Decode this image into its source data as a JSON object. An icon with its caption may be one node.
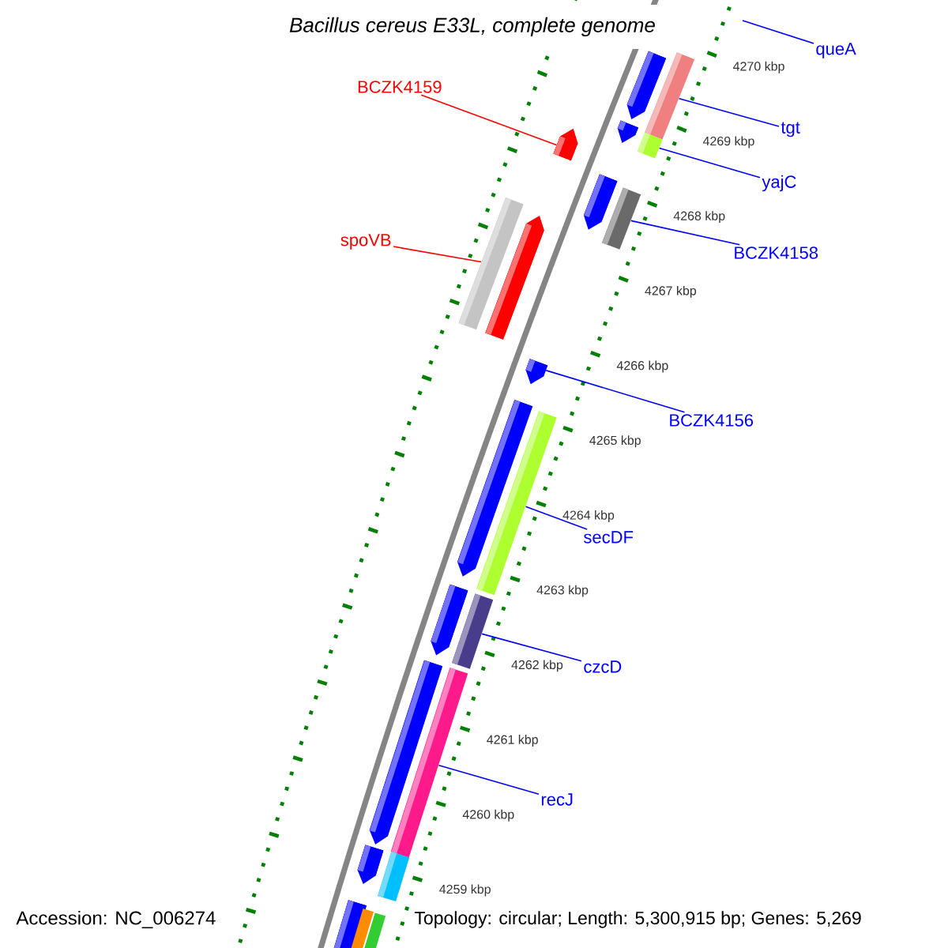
{
  "diagram": {
    "title": "Bacillus cereus E33L, complete genome",
    "nodes": [
      {
        "text": [
          "queA"
        ]
      },
      {
        "text": [
          "BCZK4159"
        ]
      },
      {
        "text": [
          "tgt"
        ]
      },
      {
        "text": [
          "yajC"
        ]
      },
      {
        "text": [
          "spoVB"
        ]
      },
      {
        "text": [
          "BCZK4158"
        ]
      },
      {
        "text": [
          "BCZK4156"
        ]
      },
      {
        "text": [
          "secDF"
        ]
      },
      {
        "text": [
          "czcD"
        ]
      },
      {
        "text": [
          "recJ"
        ]
      },
      {
        "text": [],
        "shape": "bar"
      },
      {
        "text": [],
        "shape": "bar"
      },
      {
        "text": [],
        "shape": "bar"
      },
      {
        "text": [],
        "shape": "bar"
      },
      {
        "text": [],
        "shape": "bar"
      },
      {
        "text": [],
        "shape": "bar"
      },
      {
        "text": [],
        "shape": "bar"
      },
      {
        "text": [],
        "shape": "bar"
      },
      {
        "text": [],
        "shape": "bar"
      },
      {
        "text": [],
        "shape": "bar"
      },
      {
        "text": [],
        "shape": "bar"
      },
      {
        "text": [],
        "shape": "bar"
      },
      {
        "text": [],
        "shape": "bar"
      },
      {
        "text": [],
        "shape": "bar"
      },
      {
        "text": [],
        "shape": "bar"
      },
      {
        "text": [],
        "shape": "bar"
      },
      {
        "text": [],
        "shape": "bar"
      },
      {
        "text": [],
        "shape": "bar"
      },
      {
        "text": [],
        "shape": "bar"
      },
      {
        "text": [],
        "shape": "bar"
      },
      {
        "text": [],
        "shape": "bar"
      }
    ],
    "edges": [
      {
        "from": 0,
        "to": null,
        "arrow": "none"
      },
      {
        "from": 1,
        "to": 13,
        "arrow": "none",
        "color": "#ff0000"
      },
      {
        "from": 2,
        "to": 11,
        "arrow": "none"
      },
      {
        "from": 3,
        "to": 14,
        "arrow": "none"
      },
      {
        "from": 4,
        "to": 17,
        "arrow": "none",
        "color": "#ff0000"
      },
      {
        "from": 5,
        "to": 16,
        "arrow": "none"
      },
      {
        "from": 6,
        "to": 19,
        "arrow": "none"
      },
      {
        "from": 7,
        "to": 21,
        "arrow": "none"
      },
      {
        "from": 8,
        "to": 23,
        "arrow": "none"
      },
      {
        "from": 9,
        "to": 25,
        "arrow": "none"
      }
    ],
    "labels": [
      "4270 kbp",
      "4269 kbp",
      "4268 kbp",
      "4267 kbp",
      "4266 kbp",
      "4265 kbp",
      "4264 kbp",
      "4263 kbp",
      "4262 kbp",
      "4261 kbp",
      "4260 kbp",
      "4259 kbp",
      "Accession: NC_006274",
      "Topology: circular; Length: 5,300,915 bp; Genes: 5,269"
    ]
  }
}
